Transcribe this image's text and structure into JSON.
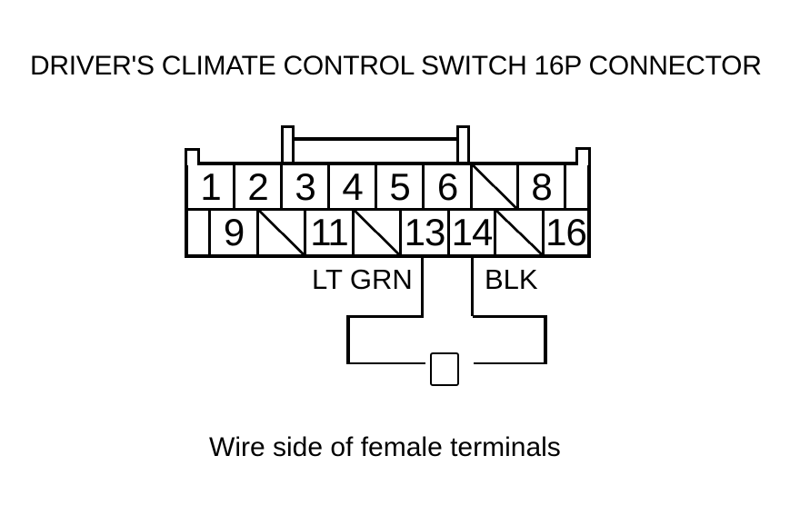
{
  "title": "DRIVER'S CLIMATE CONTROL SWITCH 16P CONNECTOR",
  "caption": "Wire side of female terminals",
  "colors": {
    "line": "#000000",
    "background": "#ffffff"
  },
  "connector": {
    "type": "16P connector",
    "top_row": [
      {
        "label": "1",
        "type": "pin"
      },
      {
        "label": "2",
        "type": "pin"
      },
      {
        "label": "3",
        "type": "pin"
      },
      {
        "label": "4",
        "type": "pin"
      },
      {
        "label": "5",
        "type": "pin"
      },
      {
        "label": "6",
        "type": "pin"
      },
      {
        "label": "",
        "type": "blocked"
      },
      {
        "label": "8",
        "type": "pin"
      },
      {
        "label": "",
        "type": "spacer"
      }
    ],
    "bottom_row": [
      {
        "label": "",
        "type": "spacer"
      },
      {
        "label": "9",
        "type": "pin"
      },
      {
        "label": "",
        "type": "blocked"
      },
      {
        "label": "11",
        "type": "pin"
      },
      {
        "label": "",
        "type": "blocked"
      },
      {
        "label": "13",
        "type": "pin"
      },
      {
        "label": "14",
        "type": "pin"
      },
      {
        "label": "",
        "type": "blocked"
      },
      {
        "label": "16",
        "type": "pin"
      }
    ],
    "wires": [
      {
        "pin": "13",
        "color": "LT GRN"
      },
      {
        "pin": "14",
        "color": "BLK"
      }
    ]
  }
}
